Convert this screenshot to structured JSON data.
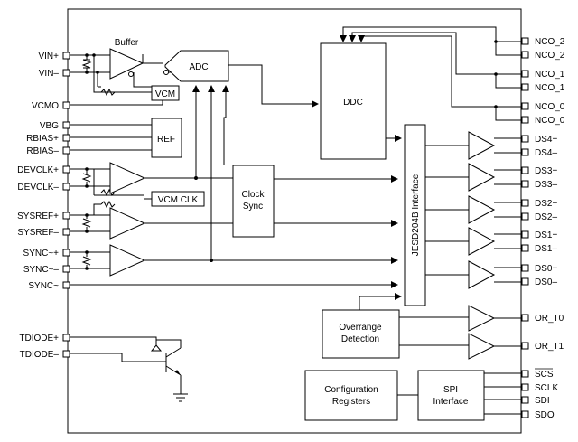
{
  "pins_left": {
    "vin_p": "VIN+",
    "vin_n": "VIN–",
    "vcmo": "VCMO",
    "vbg": "VBG",
    "rbias_p": "RBIAS+",
    "rbias_n": "RBIAS–",
    "devclk_p": "DEVCLK+",
    "devclk_n": "DEVCLK–",
    "sysref_p": "SYSREF+",
    "sysref_n": "SYSREF–",
    "sync_p": "SYNC~+",
    "sync_n": "SYNC~–",
    "sync": "SYNC~",
    "tdiode_p": "TDIODE+",
    "tdiode_n": "TDIODE–"
  },
  "pins_right": {
    "nco2a": "NCO_2",
    "nco2b": "NCO_2",
    "nco1a": "NCO_1",
    "nco1b": "NCO_1",
    "nco0a": "NCO_0",
    "nco0b": "NCO_0",
    "ds4p": "DS4+",
    "ds4n": "DS4–",
    "ds3p": "DS3+",
    "ds3n": "DS3–",
    "ds2p": "DS2+",
    "ds2n": "DS2–",
    "ds1p": "DS1+",
    "ds1n": "DS1–",
    "ds0p": "DS0+",
    "ds0n": "DS0–",
    "or_t0": "OR_T0",
    "or_t1": "OR_T1",
    "scs": "SCS",
    "sclk": "SCLK",
    "sdi": "SDI",
    "sdo": "SDO"
  },
  "blocks": {
    "buffer": "Buffer",
    "adc": "ADC",
    "vcm": "VCM",
    "ref": "REF",
    "vcm_clk": "VCM CLK",
    "clock_sync_1": "Clock",
    "clock_sync_2": "Sync",
    "ddc": "DDC",
    "jesd": "JESD204B Interface",
    "overrange_1": "Overrange",
    "overrange_2": "Detection",
    "config_1": "Configuration",
    "config_2": "Registers",
    "spi_1": "SPI",
    "spi_2": "Interface"
  }
}
